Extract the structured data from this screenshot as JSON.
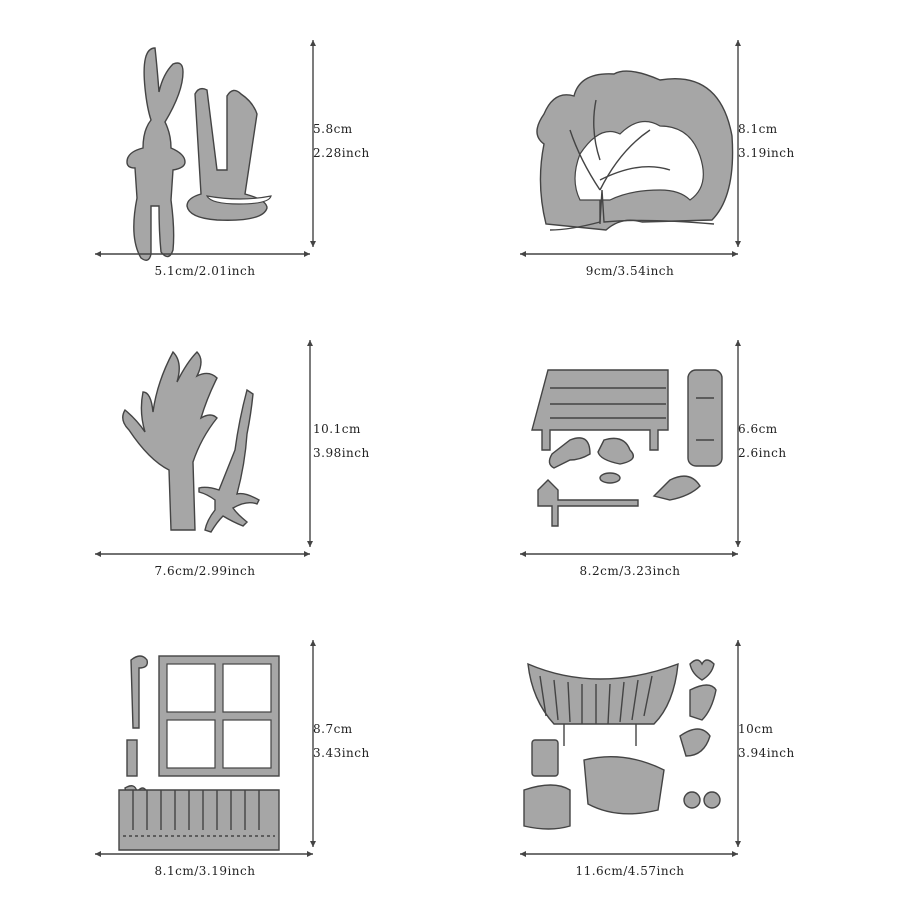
{
  "panels": [
    {
      "name": "bunny-chair-die",
      "width_label": "5.1cm/2.01inch",
      "height_cm": "5.8cm",
      "height_inch": "2.28inch"
    },
    {
      "name": "tree-circle-die",
      "width_label": "9cm/3.54inch",
      "height_cm": "8.1cm",
      "height_inch": "3.19inch"
    },
    {
      "name": "bare-trees-die",
      "width_label": "7.6cm/2.99inch",
      "height_cm": "10.1cm",
      "height_inch": "3.98inch"
    },
    {
      "name": "park-bench-squirrels-die",
      "width_label": "8.2cm/3.23inch",
      "height_cm": "6.6cm",
      "height_inch": "2.6inch"
    },
    {
      "name": "window-fence-die",
      "width_label": "8.1cm/3.19inch",
      "height_cm": "8.7cm",
      "height_inch": "3.43inch"
    },
    {
      "name": "cradle-bed-die",
      "width_label": "11.6cm/4.57inch",
      "height_cm": "10cm",
      "height_inch": "3.94inch"
    }
  ],
  "colors": {
    "die_fill": "#a6a6a6",
    "outline": "#444444",
    "background": "#ffffff"
  }
}
